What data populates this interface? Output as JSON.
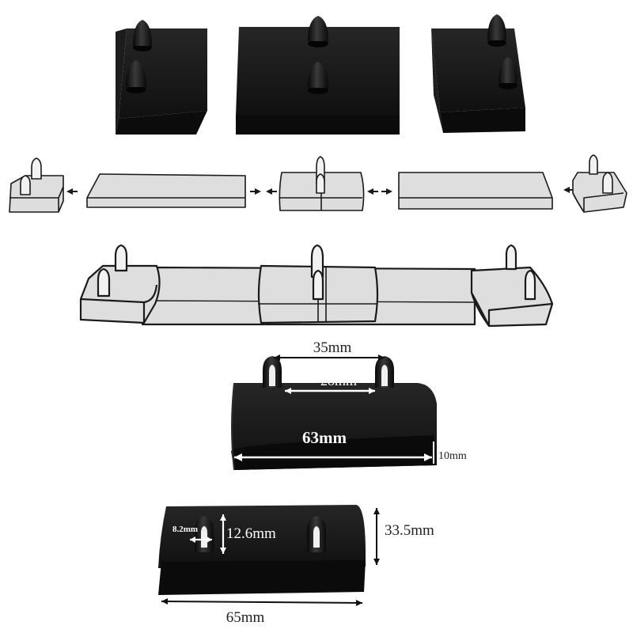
{
  "colors": {
    "product_black": "#141414",
    "product_edge": "#2c2c2c",
    "sketch_fill": "#dedede",
    "sketch_line": "#1a1a1a",
    "dimension_line": "#ffffff"
  },
  "dimensions": {
    "pin_outer": "35mm",
    "pin_inner": "28mm",
    "length_a": "63mm",
    "thickness": "10mm",
    "pin_width": "8.2mm",
    "pin_height": "12.6mm",
    "depth": "33.5mm",
    "length_b": "65mm"
  }
}
